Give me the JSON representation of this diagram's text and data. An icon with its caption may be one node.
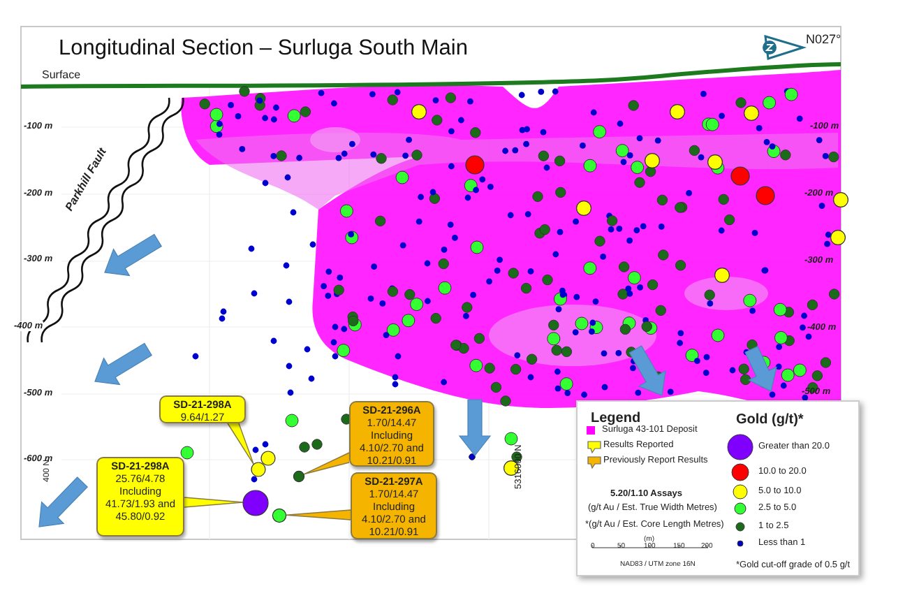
{
  "diagram": {
    "title": "Longitudinal Section – Surluga South Main",
    "nodes": [
      {
        "text": [
          "SD-21-298A",
          "9.64/1.27"
        ]
      },
      {
        "text": [
          "SD-21-296A",
          "1.70/14.47 Including 4.10/2.70 and 10.21/0.91"
        ]
      },
      {
        "text": [
          "SD-21-298A",
          "25.76/4.78 Including 41.73/1.93 and 45.80/0.92"
        ]
      },
      {
        "text": [
          "SD-21-297A",
          "1.70/14.47 Including 4.10/2.70 and 10.21/0.91"
        ]
      },
      {
        "text": [],
        "shape": "circle"
      },
      {
        "text": [],
        "shape": "circle"
      },
      {
        "text": [],
        "shape": "circle"
      },
      {
        "text": [],
        "shape": "circle"
      },
      {
        "text": [],
        "shape": "circle"
      }
    ],
    "edges": [
      {
        "from": 0,
        "to": 4,
        "arrow": "none"
      },
      {
        "from": 1,
        "to": 5,
        "arrow": "none"
      },
      {
        "from": 2,
        "to": 6,
        "arrow": "none"
      },
      {
        "from": 3,
        "to": 7,
        "arrow": "none"
      }
    ],
    "labels": [
      "N027°",
      "Surface",
      "-100 m",
      "-100 m",
      "Parkhill Fault",
      "-200 m",
      "-200 m",
      "-300 m",
      "-300 m",
      "-400 m",
      "-400 m",
      "-500 m",
      "-500 m",
      "-600 m",
      "400 N",
      "5316000 N",
      "Legend",
      "Gold (g/t)*",
      "5.20/1.10 Assays",
      "(g/t Au / Est. True Width Metres)",
      "*(g/t Au / Est. Core Length Metres)",
      "(m)",
      "0",
      "50",
      "100",
      "150",
      "200",
      "NAD83 / UTM zone 16N",
      "*Gold cut-off grade of 0.5 g/t"
    ],
    "legend": [
      {
        "text": "Surluga 43-101 Deposit",
        "color": "#ff00ff"
      },
      {
        "text": "Results Reported"
      },
      {
        "text": "Previously Report Results"
      },
      {
        "text": "Greater than 20.0",
        "color": "#7f00ff"
      },
      {
        "text": "10.0 to 20.0",
        "color": "#ff0000"
      },
      {
        "text": "5.0 to 10.0",
        "color": "#ffff00"
      },
      {
        "text": "2.5 to 5.0",
        "color": "#33ff33"
      },
      {
        "text": "1 to 2.5",
        "color": "#1b6b1b"
      },
      {
        "text": "Less than 1",
        "color": "#0000cc"
      }
    ]
  }
}
